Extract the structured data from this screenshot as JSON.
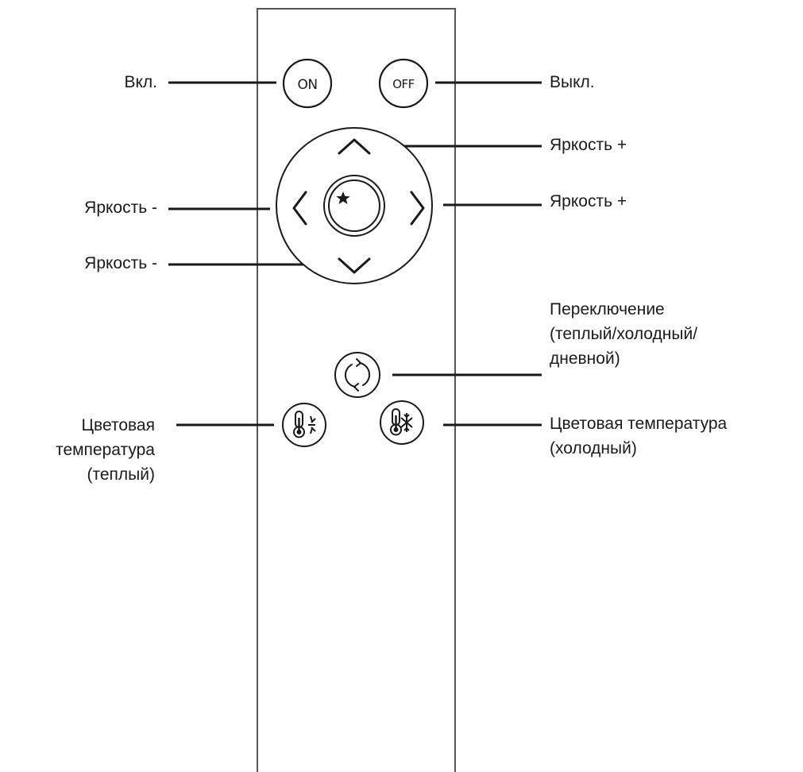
{
  "diagram": {
    "buttons": {
      "on": "ON",
      "off": "OFF"
    },
    "labels": {
      "on": "Вкл.",
      "off": "Выкл.",
      "brightness_up_top": "Яркость +",
      "brightness_up_right": "Яркость +",
      "brightness_down_left": "Яркость -",
      "brightness_down_bottom": "Яркость -",
      "switch_mode": [
        "Переключение",
        "(теплый/холодный/",
        "дневной)"
      ],
      "warm_temp": [
        "Цветовая",
        "температура",
        "(теплый)"
      ],
      "cold_temp": [
        "Цветовая температура",
        "(холодный)"
      ]
    },
    "icons": {
      "center": "moon-star-icon",
      "switch": "cycle-arrows-icon",
      "warm": "thermometer-sun-icon",
      "cold": "thermometer-snowflake-icon"
    },
    "colors": {
      "ink": "#1a1a1a",
      "outline": "#555555"
    }
  }
}
